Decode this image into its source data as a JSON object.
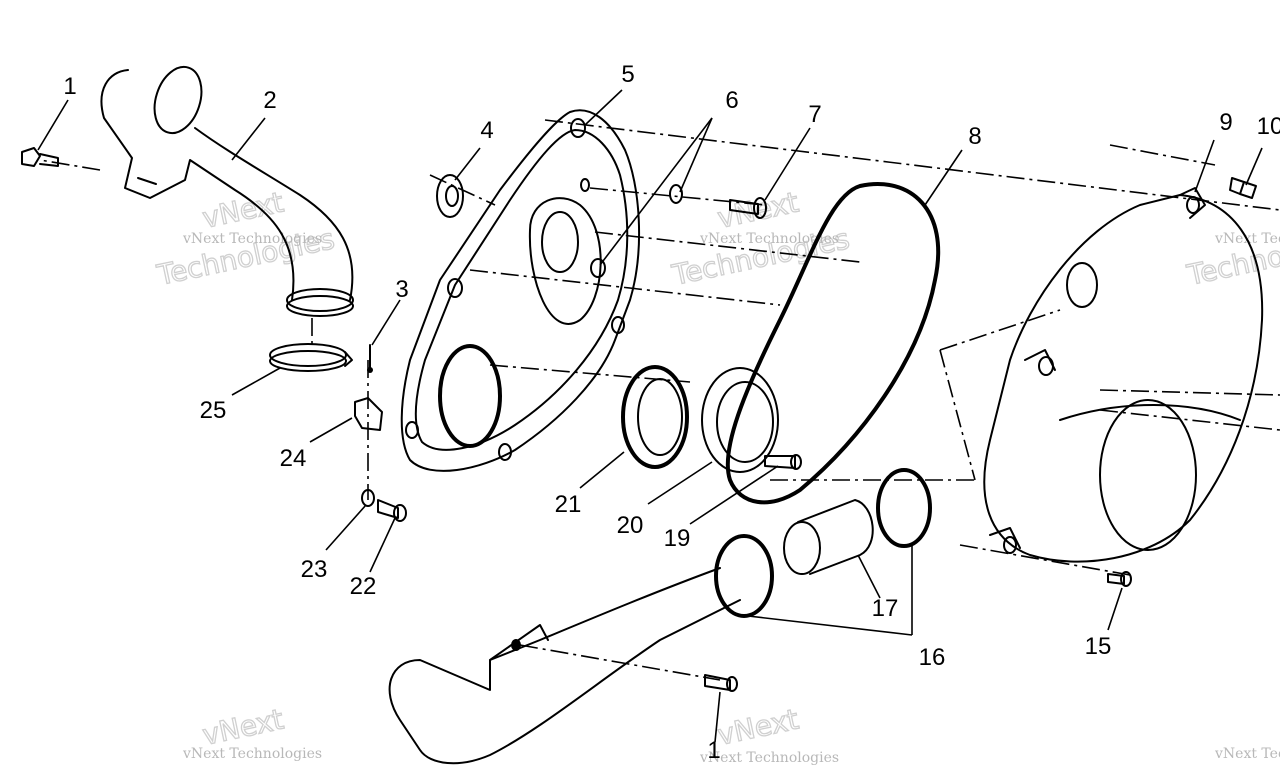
{
  "watermark": {
    "line1": "vNext Technologies",
    "line2a": "vNext",
    "line2b": "Technologies"
  },
  "callouts": [
    {
      "id": "1",
      "text": "1"
    },
    {
      "id": "2",
      "text": "2"
    },
    {
      "id": "3",
      "text": "3"
    },
    {
      "id": "4",
      "text": "4"
    },
    {
      "id": "5",
      "text": "5"
    },
    {
      "id": "6",
      "text": "6"
    },
    {
      "id": "7",
      "text": "7"
    },
    {
      "id": "8",
      "text": "8"
    },
    {
      "id": "9",
      "text": "9"
    },
    {
      "id": "10",
      "text": "10"
    },
    {
      "id": "11",
      "text": "1"
    },
    {
      "id": "15",
      "text": "15"
    },
    {
      "id": "16",
      "text": "16"
    },
    {
      "id": "17",
      "text": "17"
    },
    {
      "id": "19",
      "text": "19"
    },
    {
      "id": "20",
      "text": "20"
    },
    {
      "id": "21",
      "text": "21"
    },
    {
      "id": "22",
      "text": "22"
    },
    {
      "id": "23",
      "text": "23"
    },
    {
      "id": "24",
      "text": "24"
    },
    {
      "id": "25",
      "text": "25"
    }
  ]
}
